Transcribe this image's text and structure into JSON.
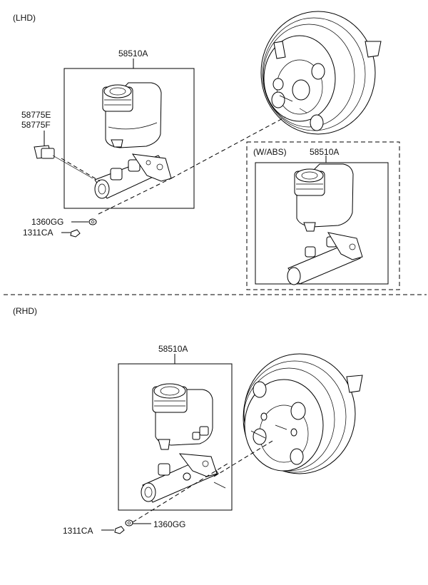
{
  "sections": {
    "lhd": "(LHD)",
    "rhd": "(RHD)"
  },
  "labels": {
    "lhd_assembly": "58510A",
    "lhd_sensor_e": "58775E",
    "lhd_sensor_f": "58775F",
    "lhd_washer": "1360GG",
    "lhd_nut": "1311CA",
    "wabs_tag": "(W/ABS)",
    "wabs_assembly": "58510A",
    "rhd_assembly": "58510A",
    "rhd_nut": "1311CA",
    "rhd_washer": "1360GG"
  }
}
